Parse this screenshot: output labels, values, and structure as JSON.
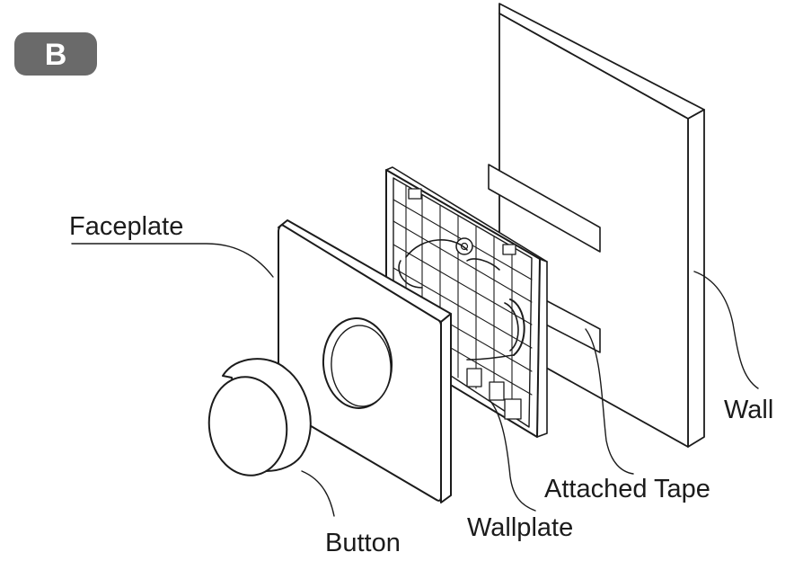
{
  "figure": {
    "badge_letter": "B",
    "labels": {
      "faceplate": "Faceplate",
      "wall": "Wall",
      "attached_tape": "Attached Tape",
      "wallplate": "Wallplate",
      "button": "Button"
    }
  },
  "colors": {
    "badge_bg": "#6a6a6a",
    "line": "#1b1b1b",
    "background": "#ffffff"
  }
}
